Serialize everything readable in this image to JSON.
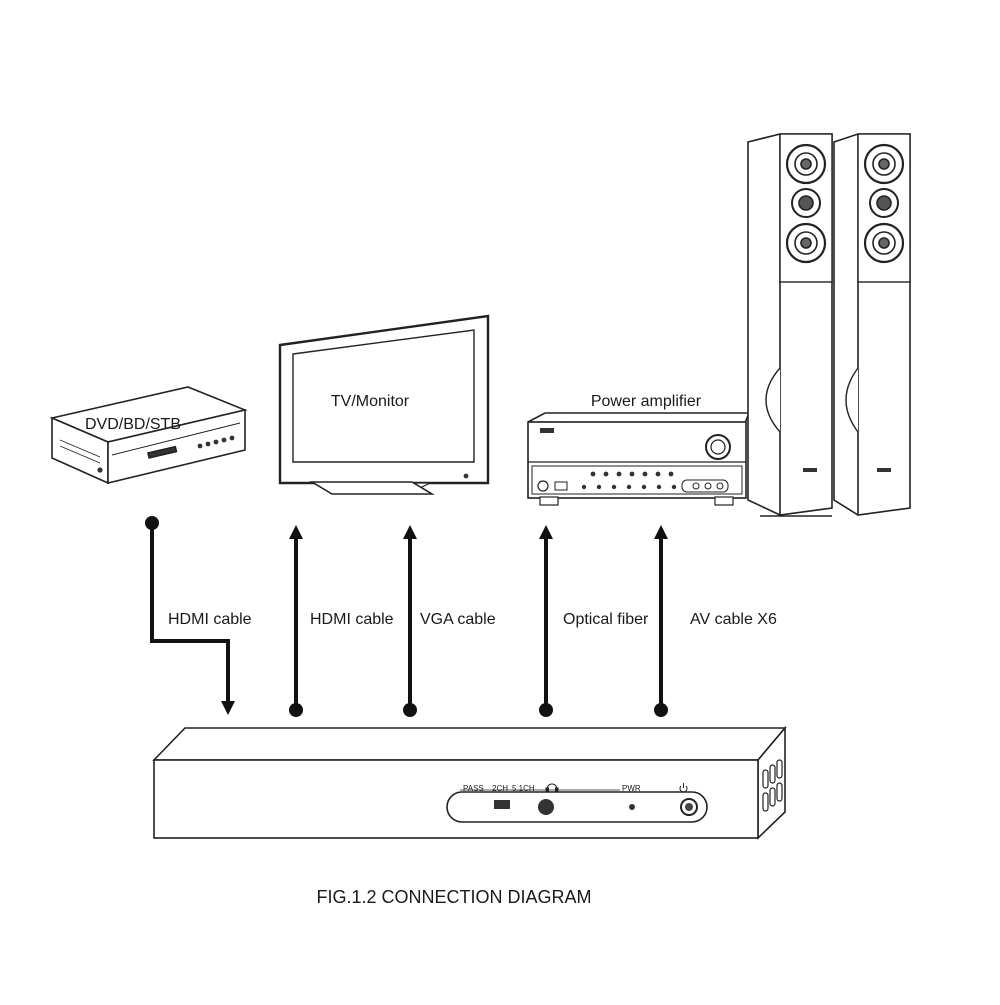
{
  "devices": {
    "player": "DVD/BD/STB",
    "tv": "TV/Monitor",
    "amplifier": "Power amplifier"
  },
  "cables": {
    "hdmi_in": "HDMI cable",
    "hdmi_out": "HDMI cable",
    "vga": "VGA cable",
    "optical": "Optical fiber",
    "av": "AV cable X6"
  },
  "panel": {
    "pass": "PASS",
    "ch2": "2CH",
    "ch51": "5.1CH",
    "pwr": "PWR"
  },
  "caption": "FIG.1.2 CONNECTION DIAGRAM"
}
